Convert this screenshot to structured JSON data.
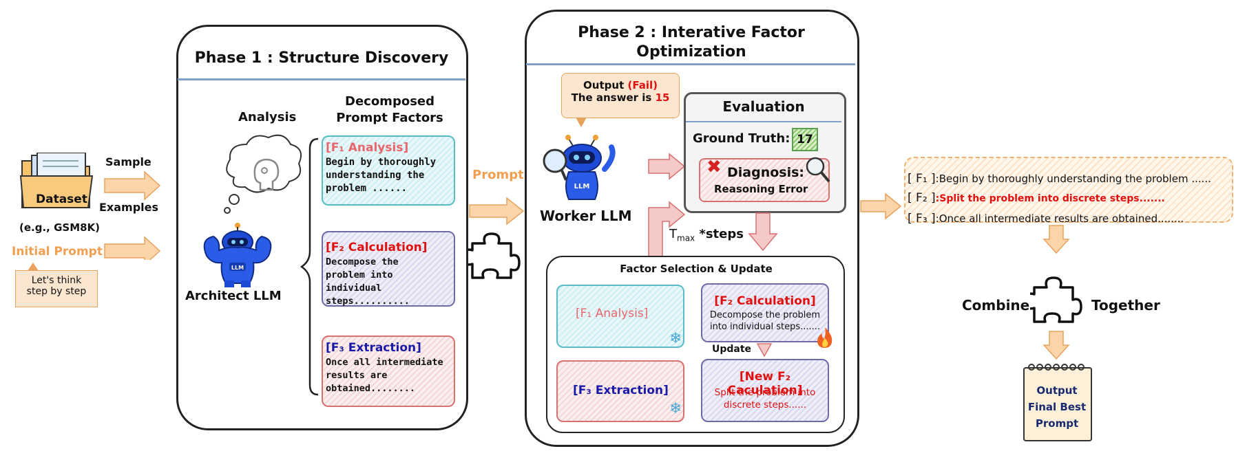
{
  "left": {
    "dataset_label": "Dataset",
    "sample_label": "Sample",
    "examples_label": "Examples",
    "dataset_example": "(e.g., GSM8K)",
    "initial_prompt": "Initial Prompt",
    "note_line1": "Let's think",
    "note_line2": "step by step"
  },
  "phase1": {
    "title": "Phase 1  : Structure Discovery",
    "analysis_label": "Analysis",
    "decomposed_line1": "Decomposed",
    "decomposed_line2": "Prompt Factors",
    "architect_label": "Architect LLM",
    "factors": [
      {
        "head": "[F₁ Analysis]",
        "lines": [
          "Begin by thoroughly",
          "understanding the",
          "problem ......"
        ]
      },
      {
        "head": "[F₂ Calculation]",
        "lines": [
          "Decompose the",
          "problem into individual",
          "steps.........."
        ]
      },
      {
        "head": "[F₃ Extraction]",
        "lines": [
          "Once all intermediate",
          "results are",
          "obtained........"
        ]
      }
    ]
  },
  "connector": {
    "prompt_label": "Prompt"
  },
  "phase2": {
    "title_line1": "Phase 2  : Interative Factor",
    "title_line2": "Optimization",
    "output_label": "Output",
    "fail_label": "(Fail)",
    "answer_prefix": "The answer is",
    "answer_value": "15",
    "worker_label": "Worker LLM",
    "robot_badge": "LLM",
    "evaluation_title": "Evaluation",
    "ground_truth_label": "Ground Truth:",
    "ground_truth_value": "17",
    "diagnosis_label": "Diagnosis:",
    "diagnosis_value": "Reasoning Error",
    "tmax_label": "T",
    "tmax_sub": "max",
    "tmax_suffix": " *steps",
    "selection_title": "Factor Selection & Update",
    "sel_f1": "[F₁ Analysis]",
    "sel_f3": "[F₃ Extraction]",
    "sel_f2_head": "[F₂ Calculation]",
    "sel_f2_body": "Decompose the problem into individual steps.......",
    "update_label": "Update",
    "new_f2_head": "[New F₂ Caculation]",
    "new_f2_body": "Split the problem into discrete steps......"
  },
  "output": {
    "lines": [
      {
        "tag": "[ F₁ ]",
        "text": ":Begin by thoroughly understanding the problem ......"
      },
      {
        "tag": "[ F₂ ]",
        "text": ":Split the problem into discrete steps......."
      },
      {
        "tag": "[ F₃ ]",
        "text": ":Once all intermediate results are obtained........"
      }
    ],
    "combine_label": "Combine",
    "together_label": "Together",
    "final_line1": "Output",
    "final_line2": "Final Best",
    "final_line3": "Prompt"
  },
  "colors": {
    "accent_orange": "#f0b070",
    "f1": "#e8666b",
    "f2": "#e01010",
    "f3": "#1a1aa8",
    "divider": "#7f9fc9"
  }
}
